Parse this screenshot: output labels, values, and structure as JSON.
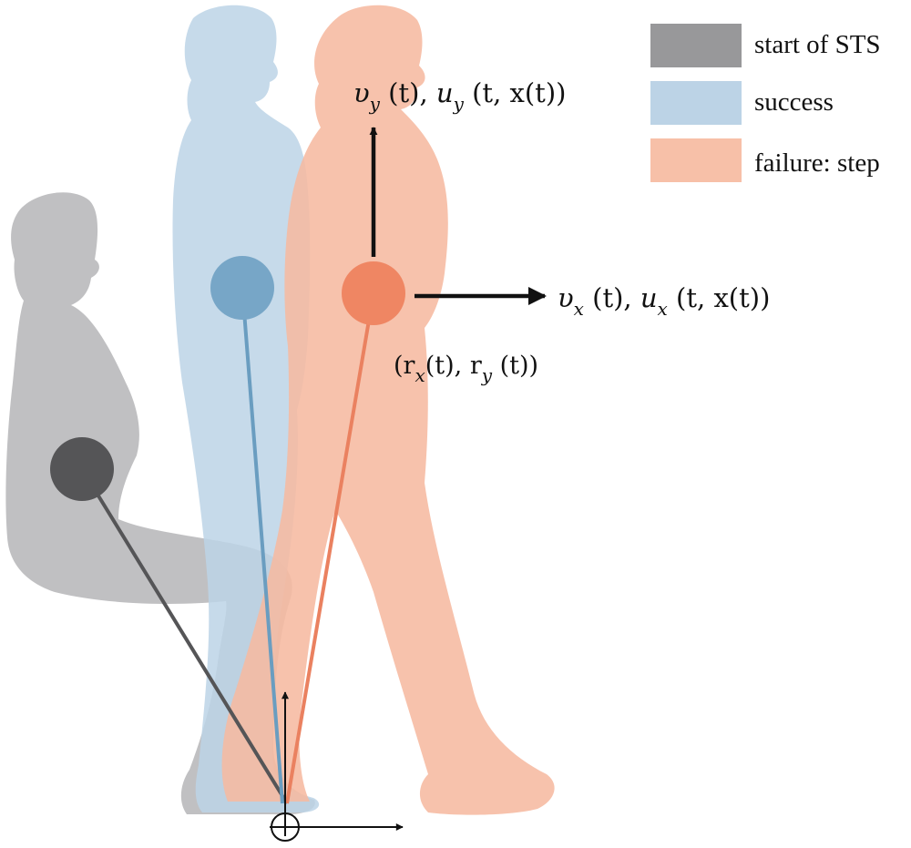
{
  "colors": {
    "start": "#8f8f91",
    "start_fill": "#bfbfc0",
    "start_dot": "#555557",
    "success": "#b9d0e3",
    "success_dot": "#77a6c7",
    "success_line": "#6a9dc0",
    "failure": "#f6b9a0",
    "failure_dot": "#ef8663",
    "failure_line": "#ea8160",
    "ink": "#111111"
  },
  "legend": {
    "items": [
      {
        "label": "start of STS",
        "color": "#98989a"
      },
      {
        "label": "success",
        "color": "#bcd3e6"
      },
      {
        "label": "failure: step",
        "color": "#f7c0a8"
      }
    ]
  },
  "labels": {
    "vy": {
      "v": "υ",
      "v_sub": "y",
      "t1": " (t), ",
      "u": "u",
      "u_sub": "y",
      "t2": " (t, x(t))"
    },
    "vx": {
      "v": "υ",
      "v_sub": "x",
      "t1": " (t), ",
      "u": "u",
      "u_sub": "x",
      "t2": " (t, x(t))"
    },
    "r": {
      "open": "(r",
      "x_sub": "x",
      "mid": "(t), r",
      "y_sub": "y",
      "close": " (t))"
    }
  },
  "icons": {
    "origin": "origin-circle-icon",
    "arrow": "arrowhead-icon"
  }
}
